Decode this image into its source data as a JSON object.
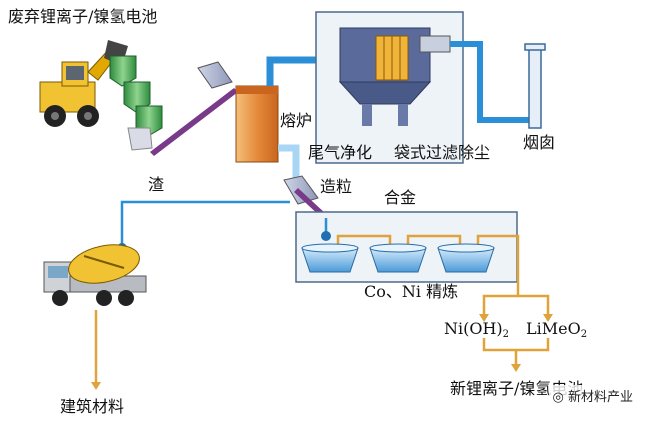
{
  "labels": {
    "waste_batteries": "废弃锂离子/镍氢电池",
    "furnace": "熔炉",
    "chimney": "烟囱",
    "tail_gas": "尾气净化",
    "bag_filter": "袋式过滤除尘",
    "slag": "渣",
    "granulation": "造粒",
    "alloy": "合金",
    "refining": "Co、Ni 精炼",
    "nioh2_main": "Ni(OH)",
    "nioh2_sub": "2",
    "limeo2_main": "LiMeO",
    "limeo2_sub": "2",
    "new_batteries": "新锂离子/镍氢电池",
    "building_materials": "建筑材料"
  },
  "watermark": "新材料产业",
  "colors": {
    "blue_pipe": "#2a8fd6",
    "orange_arrow": "#e0a23a",
    "furnace": "#e58b3b",
    "dust_box": "#5a6a9a",
    "bucket": "#5aa7e0",
    "chute": "#7a3a8a"
  }
}
